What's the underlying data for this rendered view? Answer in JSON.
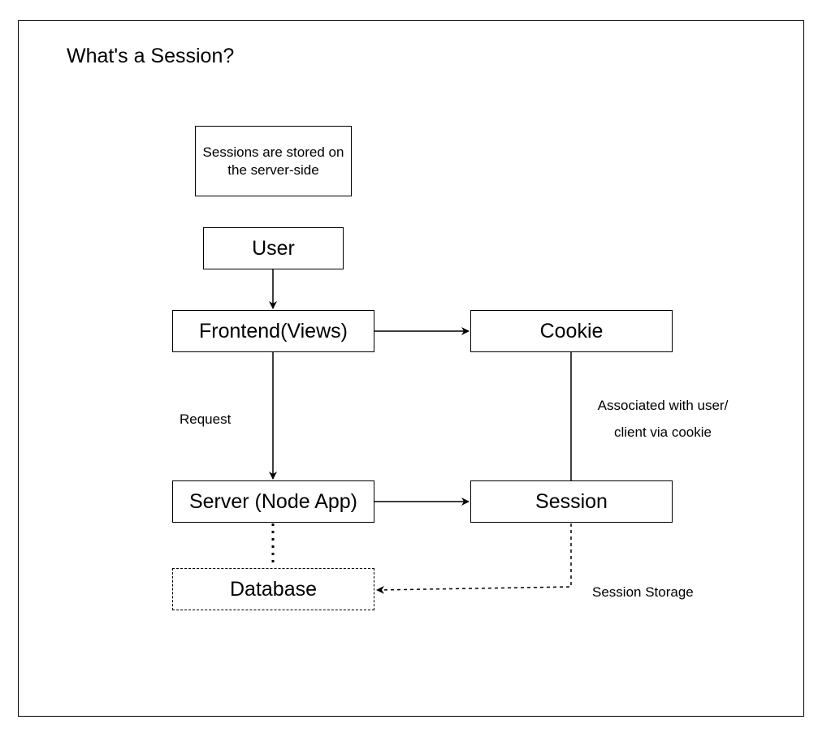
{
  "title": "What's a Session?",
  "note": "Sessions are stored on the server-side",
  "nodes": {
    "user": "User",
    "frontend": "Frontend(Views)",
    "cookie": "Cookie",
    "server": "Server (Node App)",
    "session": "Session",
    "database": "Database"
  },
  "edge_labels": {
    "request": "Request",
    "associated_line1": "Associated with user/",
    "associated_line2": "client via cookie",
    "session_storage": "Session Storage"
  }
}
